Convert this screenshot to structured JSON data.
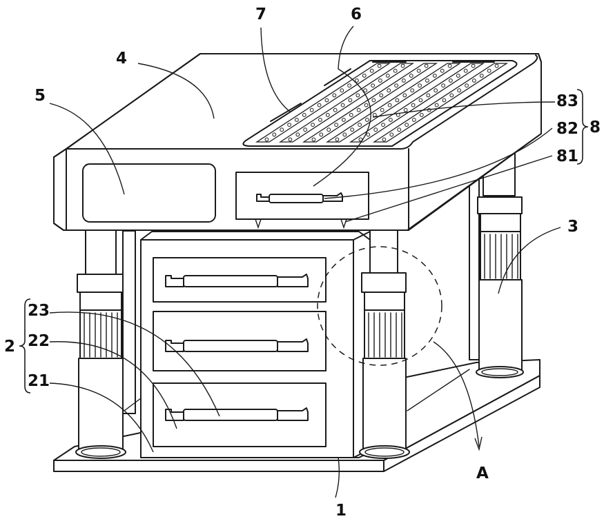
{
  "labels": {
    "l1": "1",
    "l2": "2",
    "l3": "3",
    "l4": "4",
    "l5": "5",
    "l6": "6",
    "l7": "7",
    "l8": "8",
    "l21": "21",
    "l22": "22",
    "l23": "23",
    "l81": "81",
    "l82": "82",
    "l83": "83",
    "lA": "A"
  }
}
